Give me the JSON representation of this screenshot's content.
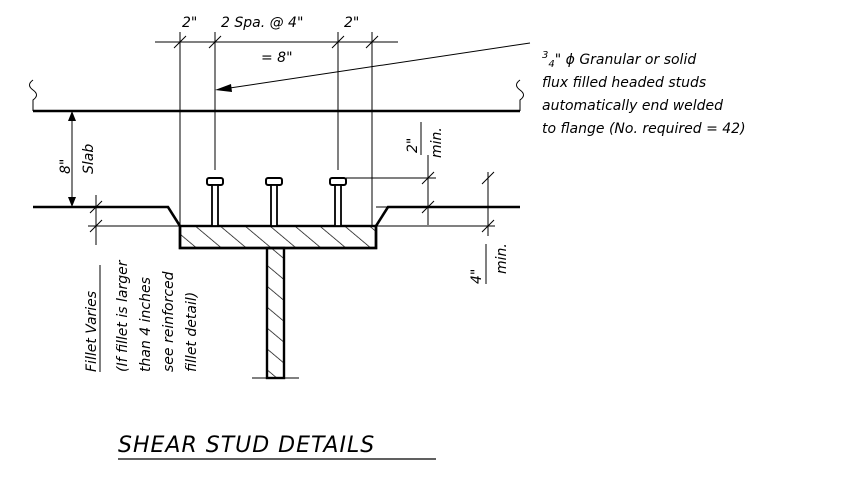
{
  "title": "SHEAR STUD DETAILS",
  "dimensions": {
    "stud_spacing": {
      "left_edge": "2\"",
      "spacing": "2 Spa. @ 4\"",
      "right_edge": "2\"",
      "total": "= 8\""
    },
    "slab_thickness": "8\"",
    "slab_label": "Slab",
    "stud_clearance": {
      "value": "2\"",
      "qualifier": "min."
    },
    "embedment": {
      "value": "4\"",
      "qualifier": "min."
    }
  },
  "stud_note": {
    "size_whole": "3",
    "size_sub": "4",
    "line1_rest": "\" ϕ Granular or solid",
    "line2": "flux filled headed studs",
    "line3": "automatically end welded",
    "line4": "to flange (No. required = 42)"
  },
  "fillet_note": {
    "line1": "Fillet Varies",
    "line2": "(If fillet is larger",
    "line3": "than 4 inches",
    "line4": "see reinforced",
    "line5": "fillet detail)"
  }
}
